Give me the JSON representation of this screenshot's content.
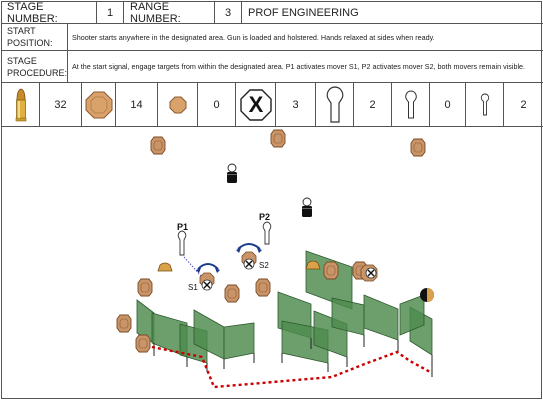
{
  "header": {
    "stage_number_label": "STAGE NUMBER:",
    "stage_number": "1",
    "range_number_label": "RANGE NUMBER:",
    "range_number": "3",
    "division": "PROF ENGINEERING"
  },
  "start_position": {
    "label_line1": "START",
    "label_line2": "POSITION:",
    "text": "Shooter starts anywhere in the designated area. Gun is loaded and holstered. Hands relaxed at sides when ready."
  },
  "stage_procedure": {
    "label_line1": "STAGE",
    "label_line2": "PROCEDURE:",
    "text": "At the start signal, engage targets from within the designated area.  P1 activates mover S1, P2 activates mover S2, both movers remain visible."
  },
  "counts": {
    "rounds": "32",
    "paper_targets": "14",
    "mini_targets": "0",
    "no_shoot_targets": "3",
    "popper_large": "2",
    "popper_medium": "0",
    "popper_small": "2"
  },
  "icons": {
    "rounds": "bullet-icon",
    "paper_target": "octagon-target-icon",
    "mini_target": "mini-octagon-target-icon",
    "no_shoot": "no-shoot-x-icon",
    "popper_large": "large-popper-icon",
    "popper_medium": "medium-popper-icon",
    "popper_small": "small-popper-icon"
  },
  "no_shoot_mark": "X",
  "stage_diagram": {
    "labels": {
      "p1": "P1",
      "p2": "P2",
      "s1": "S1",
      "s2": "S2"
    }
  },
  "colors": {
    "target_tan": "#c89468",
    "target_outline": "#7a4a25",
    "wall_green": "#4d8a4d",
    "fault_line": "#cc0000",
    "mover_arc": "#1a3a8a",
    "steel_black": "#111111"
  }
}
